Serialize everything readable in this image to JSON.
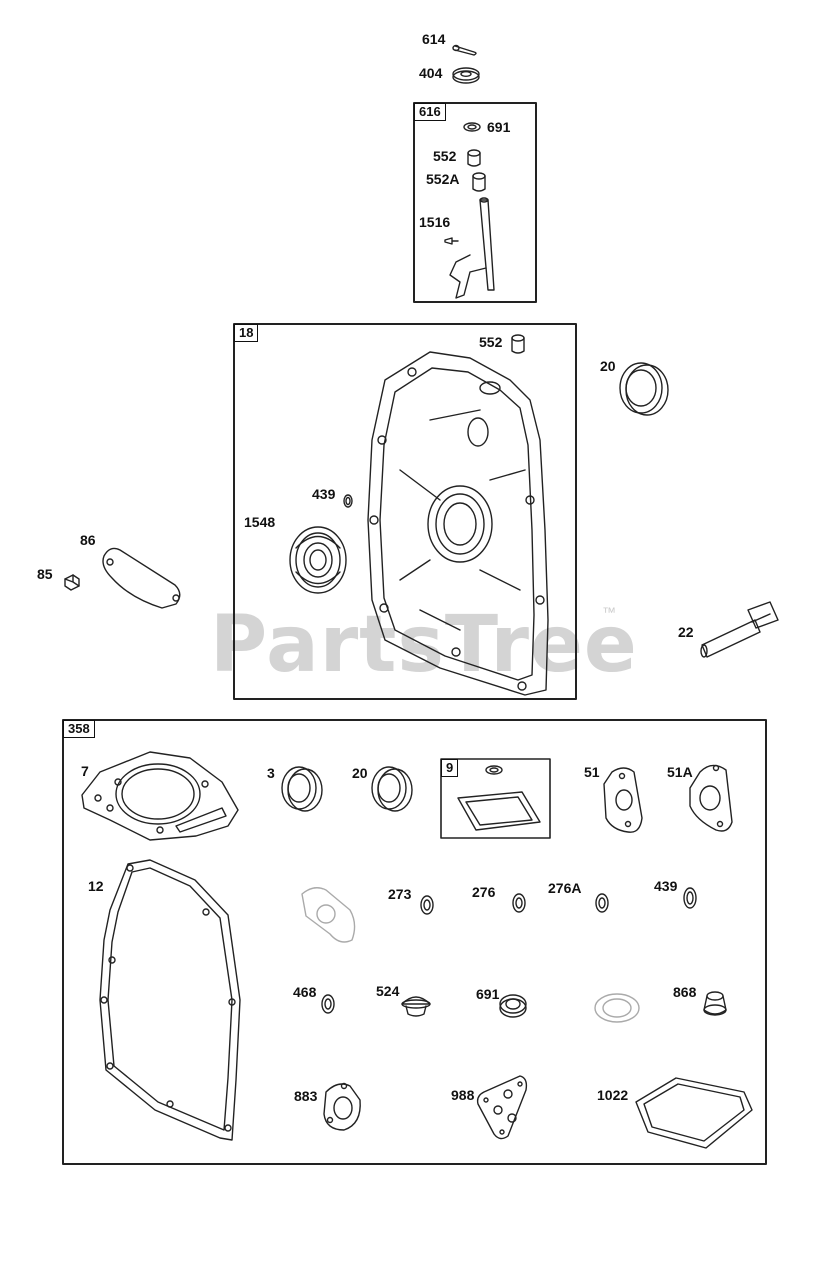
{
  "watermark": {
    "text": "PartsTree",
    "trademark": "™"
  },
  "groups": {
    "g616": "616",
    "g18": "18",
    "g358": "358",
    "g9": "9"
  },
  "parts": {
    "p614": "614",
    "p404": "404",
    "p691_top": "691",
    "p552_top": "552",
    "p552a": "552A",
    "p1516": "1516",
    "p552_mid": "552",
    "p20_top": "20",
    "p439_mid": "439",
    "p1548": "1548",
    "p86": "86",
    "p85": "85",
    "p22": "22",
    "p7": "7",
    "p3": "3",
    "p20_kit": "20",
    "p51": "51",
    "p51a": "51A",
    "p12": "12",
    "p273": "273",
    "p276": "276",
    "p276a": "276A",
    "p439_kit": "439",
    "p468": "468",
    "p524": "524",
    "p691_kit": "691",
    "p868": "868",
    "p883": "883",
    "p988": "988",
    "p1022": "1022"
  }
}
